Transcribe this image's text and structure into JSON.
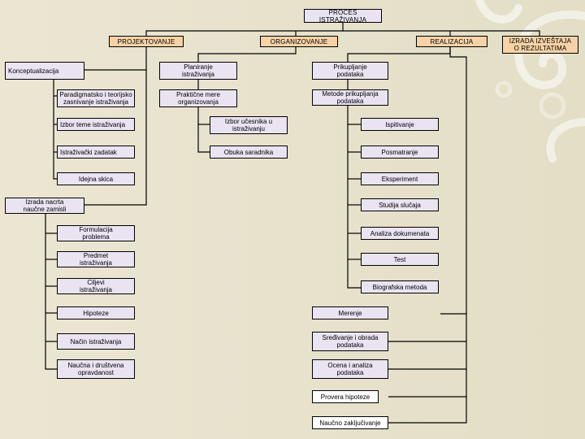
{
  "diagram": {
    "root": "PROCES ISTRAŽIVANJA",
    "phases": {
      "projektovanje": "PROJEKTOVANJE",
      "organizovanje": "ORGANIZOVANJE",
      "realizacija": "REALIZACIJA",
      "izrada": "IZRADA IZVEŠTAJA\nO REZULTATIMA"
    },
    "projektovanje_items": {
      "konceptualizacija": "Konceptualizacija",
      "paradigmatsko": "Paradigmatsko i teorijsko\nzasnivanje istraživanja",
      "izbor_teme": "Izbor teme istraživanja",
      "zadatak": "Istraživački zadatak",
      "skica": "Idejna skica",
      "nacrt": "Izrada nacrta\nnaučne zamisli",
      "formulacija": "Formulacija\nproblema",
      "predmet": "Predmet\nistraživanja",
      "ciljevi": "Ciljevi\nistraživanja",
      "hipoteze": "Hipoteze",
      "nacin": "Način istraživanja",
      "opravdanost": "Naučna i društvena\nopravdanost"
    },
    "organizovanje_items": {
      "planiranje": "Planiranje\nistraživanja",
      "mere": "Praktične mere\norganizovanja",
      "ucesnici": "Izbor učesnika u\nistraživanju",
      "obuka": "Obuka saradnika"
    },
    "realizacija_items": {
      "prikupljanje": "Prikupljanje\npodataka",
      "metode": "Metode prikupljanja\npodataka",
      "ispitivanje": "Ispitivanje",
      "posmatranje": "Posmatranje",
      "eksperiment": "Eksperiment",
      "studija": "Studija slučaja",
      "analiza": "Analiza dokumenata",
      "test": "Test",
      "biografska": "Biografska metoda",
      "merenje": "Merenje",
      "sredjivanje": "Sređivanje i obrada\npodataka",
      "ocena": "Ocena i analiza\npodataka",
      "provera": "Provera hipoteze",
      "zakljucivanje": "Naučno zaključivanje"
    }
  }
}
